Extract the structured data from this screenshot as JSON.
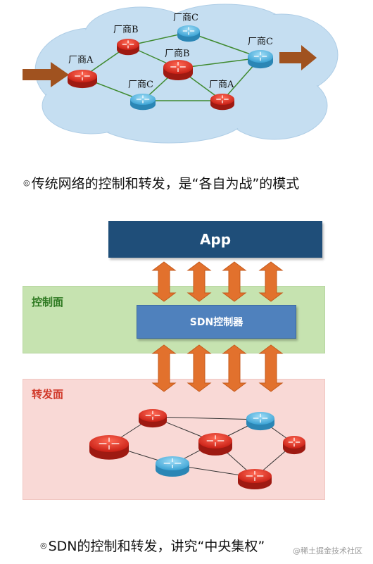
{
  "traditional": {
    "routers": [
      {
        "label": "厂商A",
        "color": "red"
      },
      {
        "label": "厂商B",
        "color": "red"
      },
      {
        "label": "厂商C",
        "color": "blue"
      },
      {
        "label": "厂商B",
        "color": "red"
      },
      {
        "label": "厂商C",
        "color": "blue"
      },
      {
        "label": "厂商A",
        "color": "red"
      },
      {
        "label": "厂商C",
        "color": "blue"
      }
    ],
    "caption_bullet": "◎",
    "caption": "传统网络的控制和转发，是“各自为战”的模式"
  },
  "sdn": {
    "app_label": "App",
    "control_plane_label": "控制面",
    "controller_label": "SDN控制器",
    "forwarding_plane_label": "转发面",
    "caption_bullet": "◎",
    "caption": "SDN的控制和转发，讲究“中央集权”"
  },
  "watermark": "@稀土掘金技术社区",
  "colors": {
    "router_red": "#e3352a",
    "router_blue": "#5bbbe6",
    "arrow_orange": "#e2712d",
    "link_green": "#3f8a2f",
    "cloud": "#c5def1",
    "app_navy": "#1f4e79",
    "controller_blue": "#4f81bd",
    "control_green": "#c6e3b0",
    "forward_pink": "#f9d9d6"
  }
}
